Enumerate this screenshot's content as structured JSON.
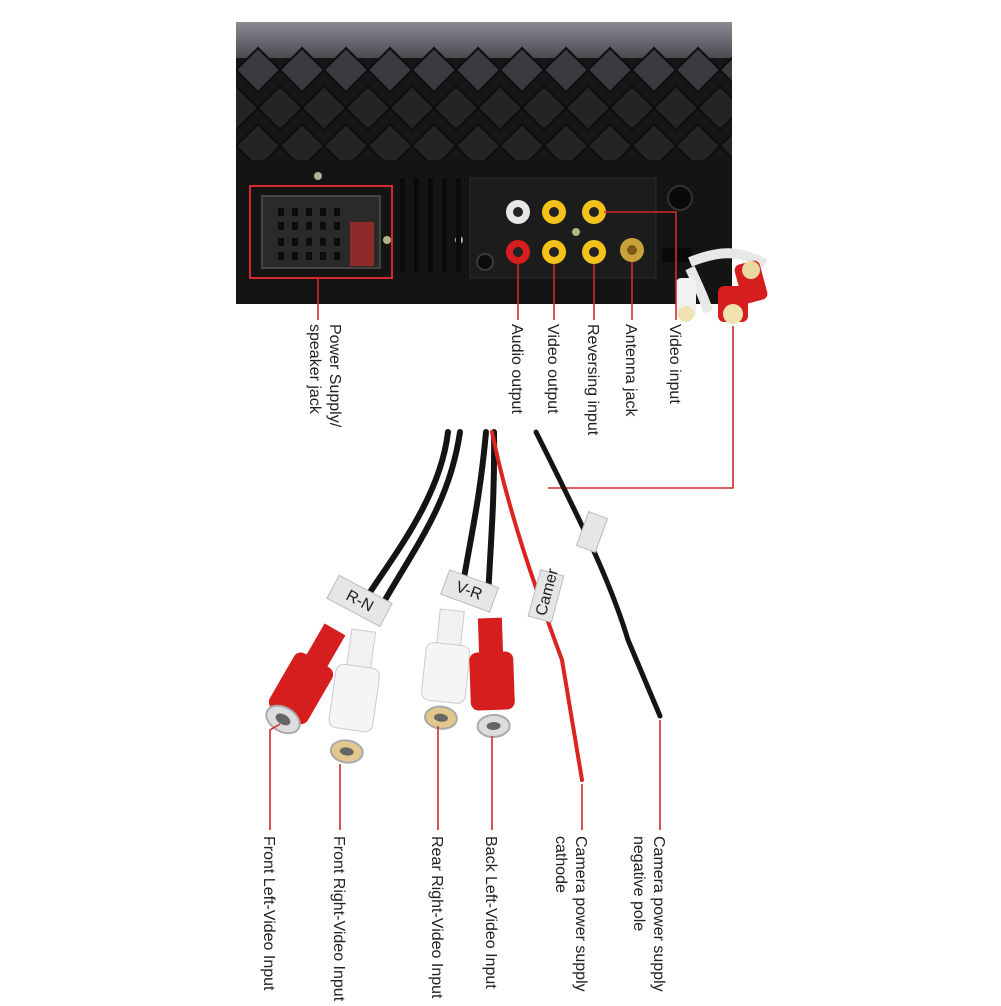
{
  "colors": {
    "unit_dark": "#161616",
    "unit_top": "#7a7a82",
    "leader_line": "#d42a2a",
    "rca_red": "#d71e1e",
    "rca_white": "#f1f1f1",
    "rca_yellow": "#f2c21a",
    "wire_black": "#141414",
    "wire_red": "#d9251f",
    "gold": "#c9a13a"
  },
  "top_labels": [
    {
      "name": "power-speaker-label",
      "lines": [
        "Power Supply/",
        "speaker jack"
      ]
    },
    {
      "name": "audio-output-label",
      "lines": [
        "Audio output"
      ]
    },
    {
      "name": "video-output-label",
      "lines": [
        "Video output"
      ]
    },
    {
      "name": "reversing-input-label",
      "lines": [
        "Reversing input"
      ]
    },
    {
      "name": "antenna-jack-label",
      "lines": [
        "Antenna jack"
      ]
    },
    {
      "name": "video-input-label",
      "lines": [
        "Video input"
      ]
    }
  ],
  "bottom_labels": [
    {
      "name": "front-left-video-label",
      "lines": [
        "Front Left-Video Input"
      ]
    },
    {
      "name": "front-right-video-label",
      "lines": [
        "Front Right-Video Input"
      ]
    },
    {
      "name": "rear-right-video-label",
      "lines": [
        "Rear Right-Video Input"
      ]
    },
    {
      "name": "back-left-video-label",
      "lines": [
        "Back Left-Video Input"
      ]
    },
    {
      "name": "camera-power-cathode-label",
      "lines": [
        "Camera power supply",
        "cathode"
      ]
    },
    {
      "name": "camera-power-negative-label",
      "lines": [
        "Camera power supply",
        "negative pole"
      ]
    }
  ],
  "cable_tags": {
    "front": "R-N",
    "rear": "V-R",
    "camera": "Camer"
  }
}
